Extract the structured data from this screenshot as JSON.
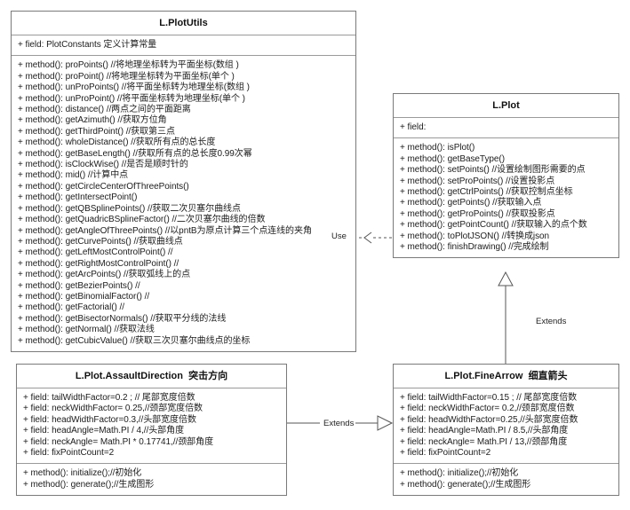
{
  "diagram": {
    "type": "uml-class-diagram",
    "colors": {
      "background": "#ffffff",
      "border": "#7a7a7a",
      "divider": "#9a9a9a",
      "text": "#1c1c1c",
      "connector": "#555555"
    }
  },
  "classes": {
    "plotutils": {
      "name": "L.PlotUtils",
      "fields": [
        "+ field: PlotConstants 定义计算常量"
      ],
      "methods": [
        "+ method(): proPoints() //将地理坐标转为平面坐标(数组 )",
        "+ method(): proPoint() //将地理坐标转为平面坐标(单个 )",
        "+ method(): unProPoints() //将平面坐标转为地理坐标(数组 )",
        "+ method(): unProPoint() //将平面坐标转为地理坐标(单个 )",
        "+ method(): distance() //两点之间的平面距离",
        "+ method(): getAzimuth() //获取方位角",
        "+ method(): getThirdPoint() //获取第三点",
        "+ method(): wholeDistance() //获取所有点的总长度",
        "+ method(): getBaseLength() //获取所有点的总长度0.99次幂",
        "+ method(): isClockWise() //是否是顺时针的",
        "+ method(): mid() //计算中点",
        "+ method(): getCircleCenterOfThreePoints()",
        "+ method(): getIntersectPoint()",
        "+ method(): getQBSplinePoints() //获取二次贝塞尔曲线点",
        "+ method(): getQuadricBSplineFactor() //二次贝塞尔曲线的倍数",
        "+ method(): getAngleOfThreePoints() //以pntB为原点计算三个点连线的夹角",
        "+ method(): getCurvePoints() //获取曲线点",
        "+ method(): getLeftMostControlPoint() //",
        "+ method(): getRightMostControlPoint() //",
        "+ method(): getArcPoints() //获取弧线上的点",
        "+ method(): getBezierPoints() //",
        "+ method(): getBinomialFactor() //",
        "+ method(): getFactorial() //",
        "+ method(): getBisectorNormals() //获取平分线的法线",
        "+ method(): getNormal() //获取法线",
        "+ method(): getCubicValue() //获取三次贝塞尔曲线点的坐标"
      ]
    },
    "plot": {
      "name": "L.Plot",
      "fields": [
        "+ field:"
      ],
      "methods": [
        "+ method(): isPlot()",
        "+ method(): getBaseType()",
        "+ method(): setPoints() //设置绘制图形需要的点",
        "+ method(): setProPoints() //设置投影点",
        "+ method(): getCtrlPoints() //获取控制点坐标",
        "+ method(): getPoints() //获取输入点",
        "+ method(): getProPoints() //获取投影点",
        "+ method(): getPointCount() //获取输入的点个数",
        "+ method(): toPlotJSON() //转换成json",
        "+ method(): finishDrawing() //完成绘制"
      ]
    },
    "assault": {
      "name": "L.Plot.AssaultDirection",
      "name_cn": "突击方向",
      "fields": [
        "+ field: tailWidthFactor=0.2 ; // 尾部宽度倍数",
        "+ field: neckWidthFactor= 0.25,//颈部宽度倍数",
        "+ field: headWidthFactor=0.3,//头部宽度倍数",
        "+ field: headAngle=Math.PI / 4,//头部角度",
        "+ field: neckAngle= Math.PI * 0.17741,//颈部角度",
        "+ field: fixPointCount=2"
      ],
      "methods": [
        "+ method(): initialize();//初始化",
        "+ method(): generate();//生成图形"
      ]
    },
    "finearrow": {
      "name": "L.Plot.FineArrow",
      "name_cn": "细直箭头",
      "fields": [
        "+ field: tailWidthFactor=0.15 ; // 尾部宽度倍数",
        "+ field: neckWidthFactor= 0.2,//颈部宽度倍数",
        "+ field: headWidthFactor=0.25,//头部宽度倍数",
        "+ field: headAngle=Math.PI / 8.5,//头部角度",
        "+ field: neckAngle= Math.PI / 13,//颈部角度",
        "+ field: fixPointCount=2"
      ],
      "methods": [
        "+ method(): initialize();//初始化",
        "+ method(): generate();//生成图形"
      ]
    }
  },
  "connectors": {
    "use": {
      "label": "Use",
      "style": "dashed",
      "arrow": "open",
      "from": "L.Plot",
      "to": "L.PlotUtils"
    },
    "extends_plot": {
      "label": "Extends",
      "style": "solid",
      "arrow": "hollow-triangle",
      "from": "L.Plot.FineArrow",
      "to": "L.Plot"
    },
    "extends_assault": {
      "label": "Extends",
      "style": "solid",
      "arrow": "hollow-triangle",
      "from": "L.Plot.AssaultDirection",
      "to": "L.Plot.FineArrow"
    }
  }
}
